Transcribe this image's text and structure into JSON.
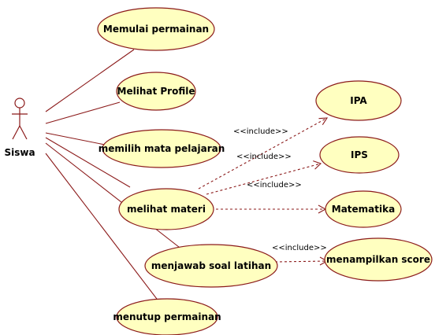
{
  "actor": {
    "label": "Siswa"
  },
  "use_cases": [
    {
      "id": "uc-memulai",
      "label": "Memulai permainan"
    },
    {
      "id": "uc-profile",
      "label": "Melihat Profile"
    },
    {
      "id": "uc-mapel",
      "label": "memilih mata pelajaran"
    },
    {
      "id": "uc-materi",
      "label": "melihat materi"
    },
    {
      "id": "uc-soal",
      "label": "menjawab soal latihan"
    },
    {
      "id": "uc-menutup",
      "label": "menutup permainan"
    },
    {
      "id": "uc-ipa",
      "label": "IPA"
    },
    {
      "id": "uc-ips",
      "label": "IPS"
    },
    {
      "id": "uc-mtk",
      "label": "Matematika"
    },
    {
      "id": "uc-score",
      "label": "menampilkan score"
    }
  ],
  "associations": [
    "uc-memulai",
    "uc-profile",
    "uc-mapel",
    "uc-materi",
    "uc-soal",
    "uc-menutup"
  ],
  "includes": [
    {
      "from": "uc-materi",
      "to": "uc-ipa",
      "label": "<<include>>"
    },
    {
      "from": "uc-materi",
      "to": "uc-ips",
      "label": "<<include>>"
    },
    {
      "from": "uc-materi",
      "to": "uc-mtk",
      "label": "<<include>>"
    },
    {
      "from": "uc-soal",
      "to": "uc-score",
      "label": "<<include>>"
    }
  ],
  "colors": {
    "line": "#8b1a1a",
    "usecase_fill": "#ffffc0"
  }
}
